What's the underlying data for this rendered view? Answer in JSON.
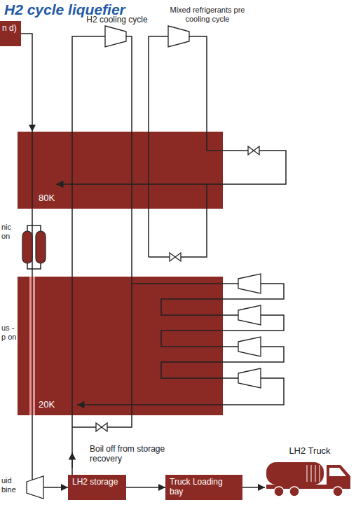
{
  "diagram": {
    "title": "H2 cycle liquefier",
    "nodes": [
      {
        "text": [
          "n d)"
        ]
      },
      {
        "text": [
          "80K"
        ]
      },
      {
        "text": [
          "20K"
        ]
      },
      {
        "text": [
          "LH2 storage"
        ]
      },
      {
        "text": [
          "Truck Loading bay"
        ]
      },
      {
        "text": [
          "LH2 Truck"
        ]
      }
    ],
    "edges": [
      {
        "from": 0,
        "to": 1,
        "arrow": "to"
      },
      {
        "from": 1,
        "to": 2,
        "arrow": "none"
      },
      {
        "from": 2,
        "to": 3,
        "arrow": "to"
      },
      {
        "from": 3,
        "to": 4,
        "arrow": "to"
      },
      {
        "from": 4,
        "to": 5,
        "arrow": "to"
      }
    ],
    "labels": [
      "H2 cooling cycle",
      "Mixed refrigerants pre cooling cycle",
      "nic on",
      "us -p on",
      "Boil off from storage recovery",
      "uid bine"
    ]
  }
}
